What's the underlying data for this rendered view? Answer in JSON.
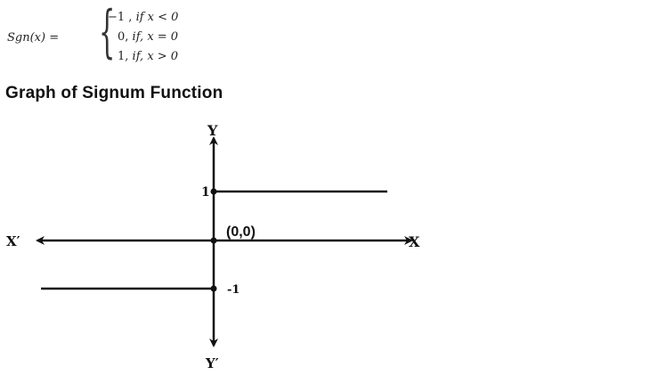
{
  "formula": {
    "lhs": "Sgn(x) =",
    "cases": [
      {
        "value": "−1 ,",
        "condition": "if x < 0"
      },
      {
        "value": "0,",
        "condition": "if, x = 0"
      },
      {
        "value": "1,",
        "condition": "if, x > 0"
      }
    ]
  },
  "title": "Graph of Signum Function",
  "graph": {
    "y_axis_top_label": "Y",
    "y_axis_bottom_label": "Y′",
    "x_axis_left_label": "X′",
    "x_axis_right_label": "X",
    "origin_label": "(0,0)",
    "tick_pos_label": "1",
    "tick_neg_label": "-1",
    "line_color": "#111111"
  },
  "chart_data": {
    "type": "line",
    "title": "Graph of Signum Function",
    "xlabel": "X",
    "ylabel": "Y",
    "series": [
      {
        "name": "y = 1 (x > 0)",
        "x": [
          0,
          1
        ],
        "y": [
          1,
          1
        ]
      },
      {
        "name": "y = 0 (x = 0)",
        "x": [
          0
        ],
        "y": [
          0
        ]
      },
      {
        "name": "y = -1 (x < 0)",
        "x": [
          -1,
          0
        ],
        "y": [
          -1,
          -1
        ]
      }
    ],
    "annotations": [
      "(0,0)",
      "1",
      "-1",
      "X",
      "X′",
      "Y",
      "Y′"
    ],
    "grid": false
  }
}
